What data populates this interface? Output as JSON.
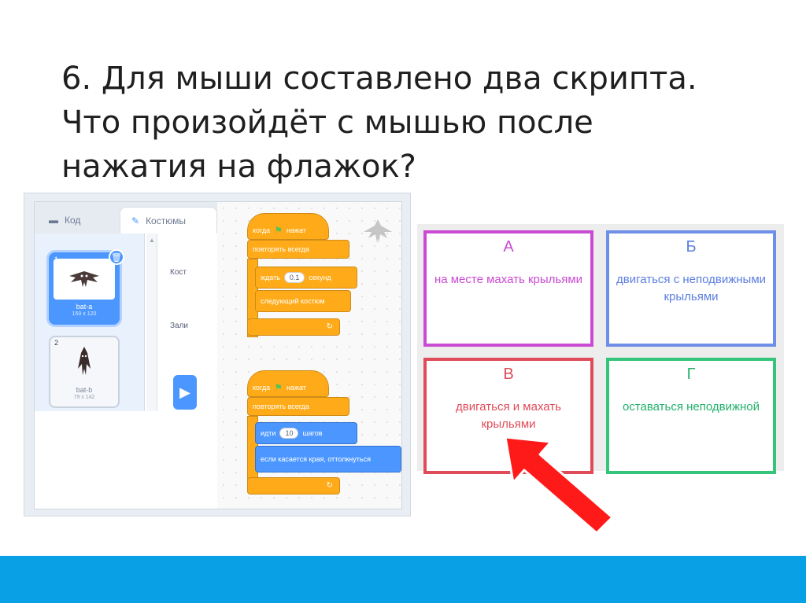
{
  "slide": {
    "title": "6. Для мыши составлено два скрипта. Что произойдёт с мышью после нажатия на флажок?"
  },
  "editor": {
    "tabs": [
      {
        "label": "Код",
        "icon": "code-icon"
      },
      {
        "label": "Костюмы",
        "icon": "brush-icon"
      }
    ],
    "costumes": [
      {
        "number": "1",
        "name": "bat-a",
        "size": "159 x 120",
        "selected": true
      },
      {
        "number": "2",
        "name": "bat-b",
        "size": "79 x 142",
        "selected": false
      }
    ],
    "props": {
      "costume_label": "Кост",
      "fill_label": "Зали"
    },
    "script1": {
      "when_label": "когда",
      "clicked_label": "нажат",
      "forever_label": "повторять всегда",
      "wait_label": "ждать",
      "wait_value": "0.1",
      "seconds_label": "секунд",
      "next_costume_label": "следующий костюм"
    },
    "script2": {
      "when_label": "когда",
      "clicked_label": "нажат",
      "forever_label": "повторять всегда",
      "move_label": "идти",
      "move_value": "10",
      "steps_label": "шагов",
      "bounce_label": "если касается края, оттолкнуться"
    }
  },
  "answers": [
    {
      "letter": "А",
      "text": "на месте махать крыльями",
      "color": "#c94bd3"
    },
    {
      "letter": "Б",
      "text": "двигаться с неподвижными крыльями",
      "color": "#5c7ee0"
    },
    {
      "letter": "В",
      "text": "двигаться и махать крыльями",
      "color": "#e04b58"
    },
    {
      "letter": "Г",
      "text": "оставаться неподвижной",
      "color": "#22b06a"
    }
  ],
  "indicator": {
    "points_to": "В",
    "color": "#ff1a1a",
    "icon": "arrow-icon"
  },
  "footer_color": "#0aa0e6"
}
